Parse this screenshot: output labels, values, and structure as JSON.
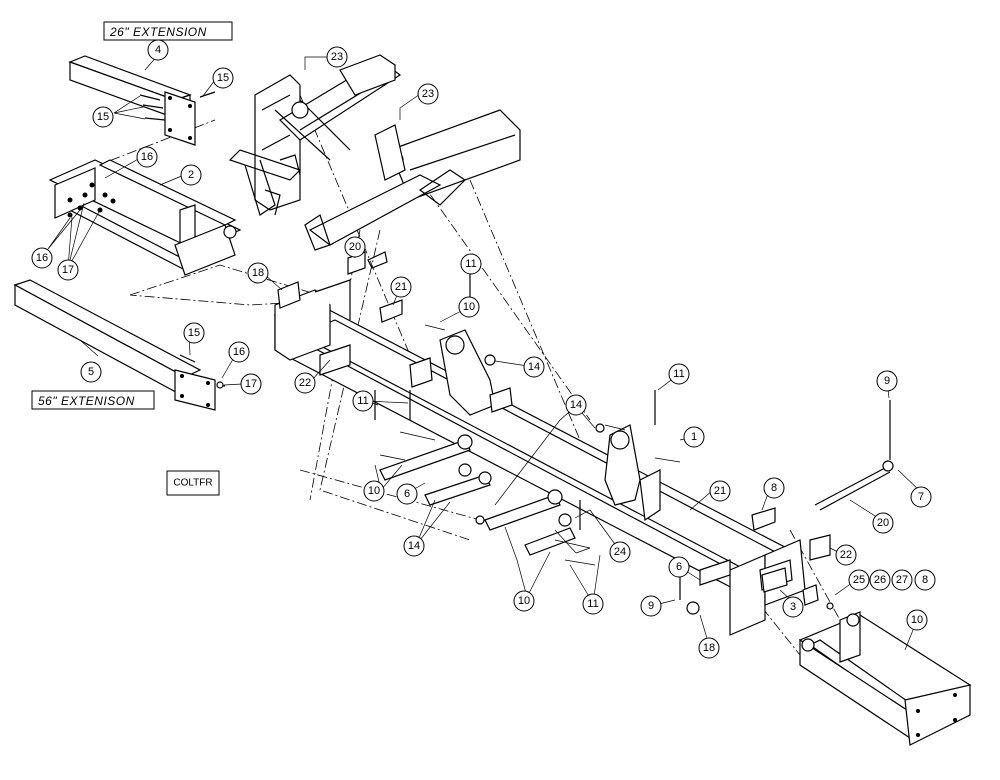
{
  "labels": {
    "ext26": "26\" EXTENSION",
    "ext56": "56\" EXTENISON",
    "code": "COLTFR"
  },
  "callouts": [
    "23",
    "23",
    "4",
    "15",
    "15",
    "2",
    "16",
    "16",
    "17",
    "5",
    "15",
    "16",
    "17",
    "18",
    "20",
    "21",
    "11",
    "10",
    "14",
    "22",
    "11",
    "10",
    "6",
    "14",
    "14",
    "11",
    "1",
    "21",
    "8",
    "9",
    "7",
    "20",
    "22",
    "6",
    "10",
    "11",
    "24",
    "25",
    "26",
    "27",
    "8",
    "9",
    "18",
    "3",
    "10",
    "14"
  ]
}
